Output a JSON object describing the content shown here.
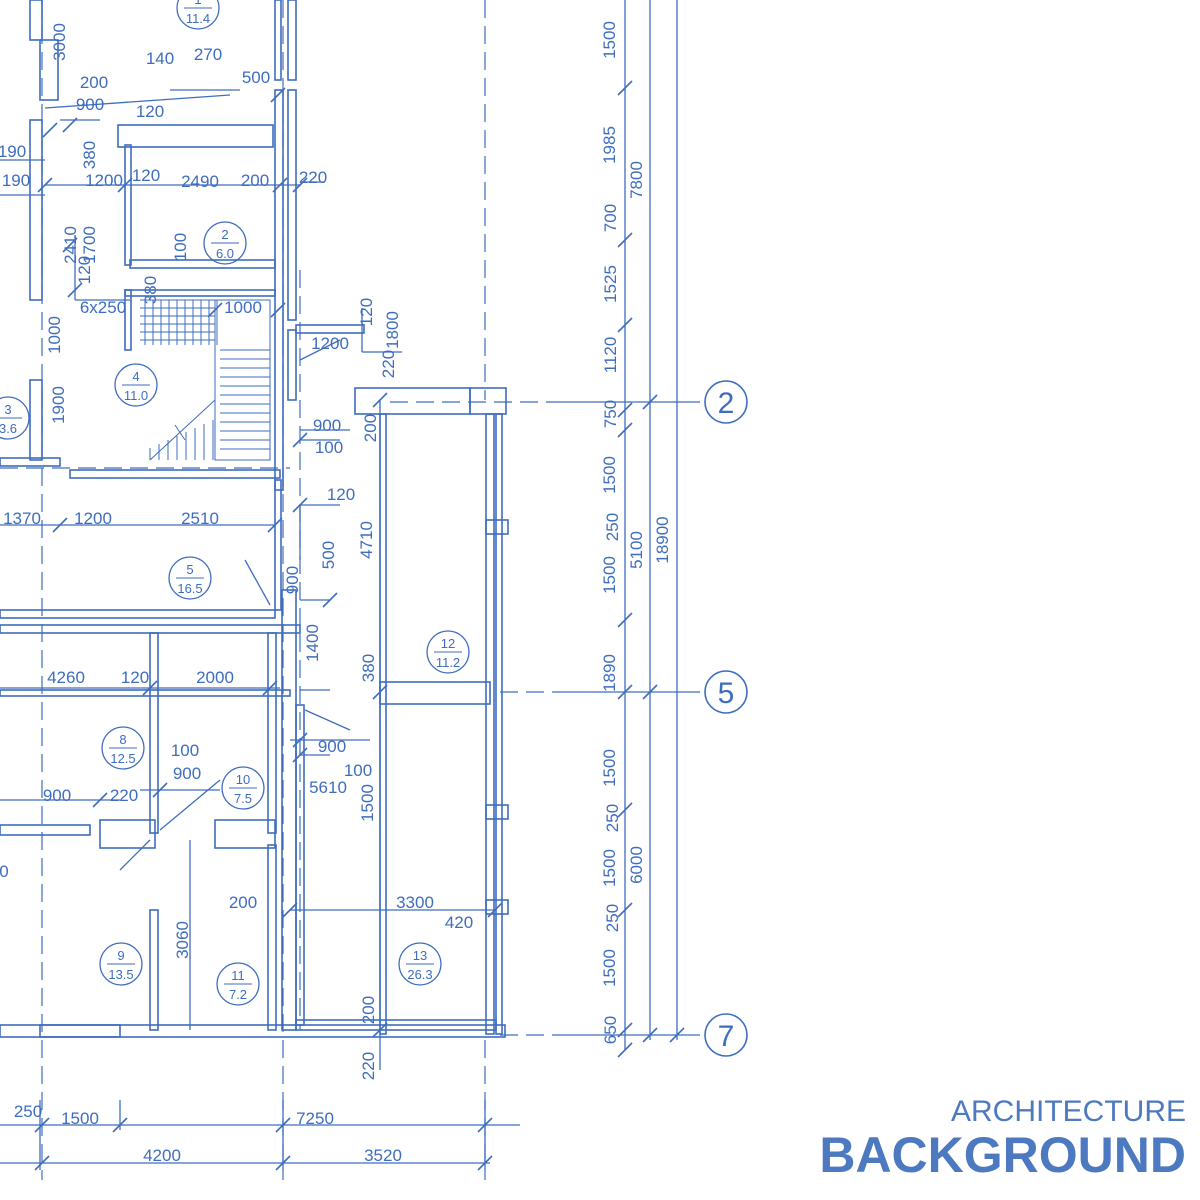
{
  "colors": {
    "line": "#3e6dbf",
    "text": "#3e6dbf",
    "title": "#4d79c0",
    "background": "#ffffff"
  },
  "title": {
    "line1": "ARCHITECTURE",
    "line2": "BACKGROUND"
  },
  "axes": [
    "2",
    "5",
    "7"
  ],
  "rooms": [
    {
      "id": "room-1",
      "num": "1",
      "area": "11.4"
    },
    {
      "id": "room-2",
      "num": "2",
      "area": "6.0"
    },
    {
      "id": "room-3",
      "num": "3",
      "area": "3.6"
    },
    {
      "id": "room-4",
      "num": "4",
      "area": "11.0"
    },
    {
      "id": "room-5",
      "num": "5",
      "area": "16.5"
    },
    {
      "id": "room-8",
      "num": "8",
      "area": "12.5"
    },
    {
      "id": "room-9",
      "num": "9",
      "area": "13.5"
    },
    {
      "id": "room-10",
      "num": "10",
      "area": "7.5"
    },
    {
      "id": "room-11",
      "num": "11",
      "area": "7.2"
    },
    {
      "id": "room-12",
      "num": "12",
      "area": "11.2"
    },
    {
      "id": "room-13",
      "num": "13",
      "area": "26.3"
    }
  ],
  "dims": [
    "3000",
    "140",
    "270",
    "500",
    "200",
    "900",
    "120",
    "380",
    "190",
    "190",
    "1200",
    "120",
    "2490",
    "200",
    "220",
    "2410",
    "1700",
    "120",
    "100",
    "380",
    "6x250",
    "1000",
    "1000",
    "1200",
    "120",
    "1800",
    "220",
    "1900",
    "900",
    "100",
    "200",
    "120",
    "1370",
    "1200",
    "2510",
    "4710",
    "500",
    "900",
    "1400",
    "4260",
    "120",
    "2000",
    "380",
    "100",
    "900",
    "900",
    "220",
    "100",
    "5610",
    "1500",
    "900",
    "0",
    "200",
    "3300",
    "420",
    "3060",
    "200",
    "220",
    "250",
    "1500",
    "7250",
    "4200",
    "3520",
    "1500",
    "1985",
    "7800",
    "700",
    "1525",
    "1120",
    "750",
    "1500",
    "250",
    "5100",
    "18900",
    "1500",
    "1890",
    "1500",
    "250",
    "1500",
    "6000",
    "250",
    "1500",
    "650"
  ]
}
